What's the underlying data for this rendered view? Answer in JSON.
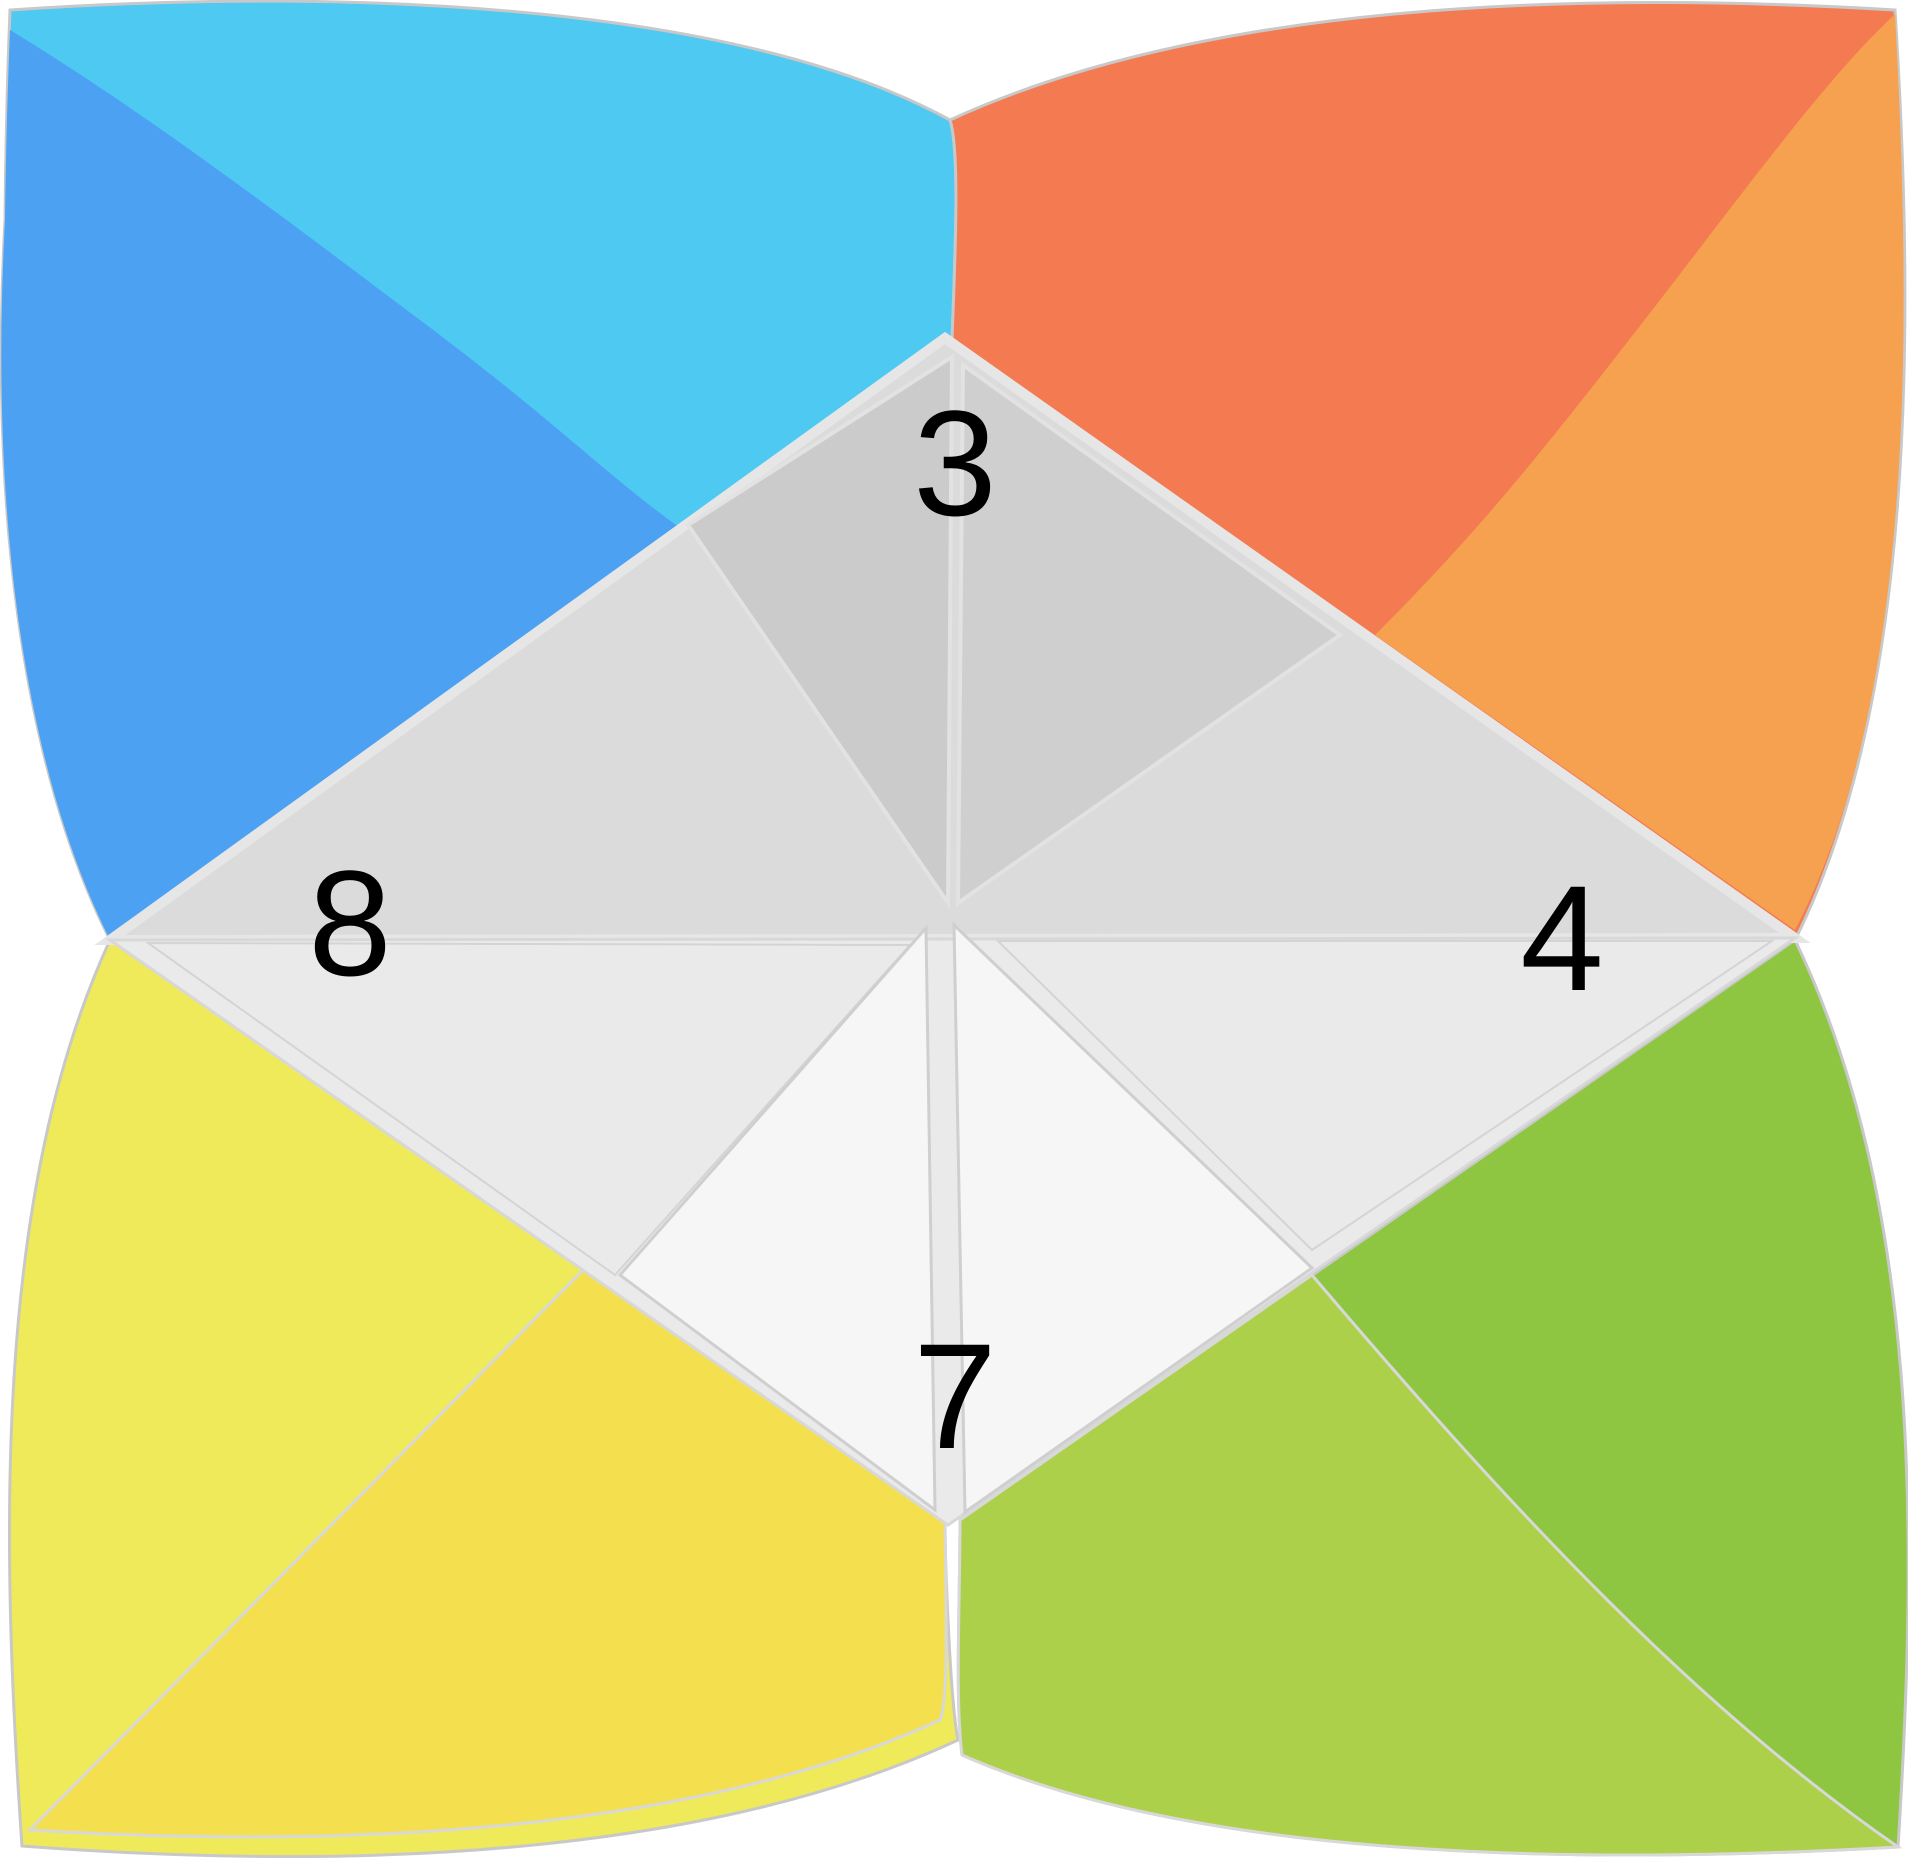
{
  "numbers": {
    "top": "3",
    "left": "8",
    "right": "4",
    "bottom": "7"
  },
  "colors": {
    "flap_top_left_outer": "#4ec9f2",
    "flap_top_left_inner": "#4da1f3",
    "flap_top_right_outer": "#f37a51",
    "flap_top_right_inner": "#f5a150",
    "flap_bottom_left_outer": "#efea59",
    "flap_bottom_left_inner": "#f4df4f",
    "flap_bottom_right_outer": "#8ec641",
    "flap_bottom_right_inner": "#acd04a",
    "panel_upper": "#dcdbdc",
    "panel_upper_inner": "#cfcecf",
    "panel_lower": "#ebeaeb",
    "panel_lower_center": "#f7f6f7",
    "edge": "#c8c8c8"
  }
}
